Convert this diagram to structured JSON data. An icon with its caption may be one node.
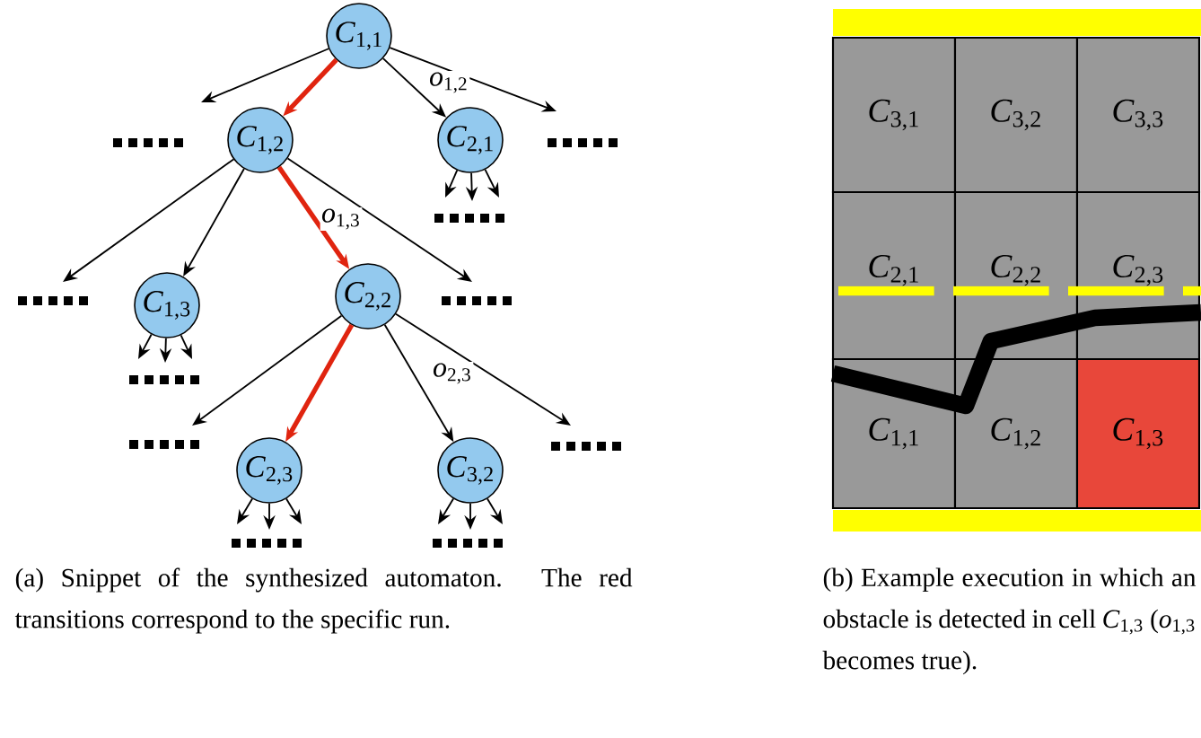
{
  "diagram": {
    "nodes": [
      {
        "text": [
          "*C*$_{1,1}$"
        ]
      },
      {
        "text": [
          "*C*$_{1,2}$"
        ]
      },
      {
        "text": [
          "*C*$_{2,1}$"
        ]
      },
      {
        "text": [
          "*C*$_{1,3}$"
        ]
      },
      {
        "text": [
          "*C*$_{2,2}$"
        ]
      },
      {
        "text": [
          "*C*$_{2,3}$"
        ]
      },
      {
        "text": [
          "*C*$_{3,2}$"
        ]
      },
      {
        "text": [
          "*C*$_{3,1}$"
        ]
      },
      {
        "text": [
          "*C*$_{3,2}$"
        ]
      },
      {
        "text": [
          "*C*$_{3,3}$"
        ]
      },
      {
        "text": [
          "*C*$_{2,1}$"
        ]
      },
      {
        "text": [
          "*C*$_{2,2}$"
        ]
      },
      {
        "text": [
          "*C*$_{2,3}$"
        ]
      },
      {
        "text": [
          "*C*$_{1,1}$"
        ]
      },
      {
        "text": [
          "*C*$_{1,2}$"
        ]
      },
      {
        "text": [
          "*C*$_{1,3}$"
        ]
      }
    ],
    "edges": [
      {
        "from": 0,
        "to": null,
        "arrow": "to"
      },
      {
        "from": 0,
        "to": 1,
        "arrow": "to",
        "style": "thick",
        "color": "#e0240f"
      },
      {
        "from": 0,
        "to": 2,
        "arrow": "to",
        "label": "*o*$_{1,2}$"
      },
      {
        "from": 0,
        "to": null,
        "arrow": "to"
      },
      {
        "from": 1,
        "to": null,
        "arrow": "to"
      },
      {
        "from": 1,
        "to": 3,
        "arrow": "to"
      },
      {
        "from": 1,
        "to": 4,
        "arrow": "to",
        "style": "thick",
        "color": "#e0240f",
        "label": "*o*$_{1,3}$"
      },
      {
        "from": 1,
        "to": null,
        "arrow": "to"
      },
      {
        "from": 2,
        "to": null,
        "arrow": "to"
      },
      {
        "from": 2,
        "to": null,
        "arrow": "to"
      },
      {
        "from": 2,
        "to": null,
        "arrow": "to"
      },
      {
        "from": 3,
        "to": null,
        "arrow": "to"
      },
      {
        "from": 3,
        "to": null,
        "arrow": "to"
      },
      {
        "from": 3,
        "to": null,
        "arrow": "to"
      },
      {
        "from": 4,
        "to": null,
        "arrow": "to"
      },
      {
        "from": 4,
        "to": 5,
        "arrow": "to",
        "style": "thick",
        "color": "#e0240f"
      },
      {
        "from": 4,
        "to": 6,
        "arrow": "to",
        "label": "*o*$_{2,3}$"
      },
      {
        "from": 4,
        "to": null,
        "arrow": "to"
      },
      {
        "from": 5,
        "to": null,
        "arrow": "to"
      },
      {
        "from": 5,
        "to": null,
        "arrow": "to"
      },
      {
        "from": 5,
        "to": null,
        "arrow": "to"
      },
      {
        "from": 6,
        "to": null,
        "arrow": "to"
      },
      {
        "from": 6,
        "to": null,
        "arrow": "to"
      },
      {
        "from": 6,
        "to": null,
        "arrow": "to"
      }
    ],
    "labels": [
      "(a) Snippet of the synthesized automaton. The red transitions correspond to the specific run.",
      "(b) Example execution in which an obstacle is detected in cell *C*$_{1,3}$ (*o*$_{1,3}$ becomes true)."
    ]
  }
}
